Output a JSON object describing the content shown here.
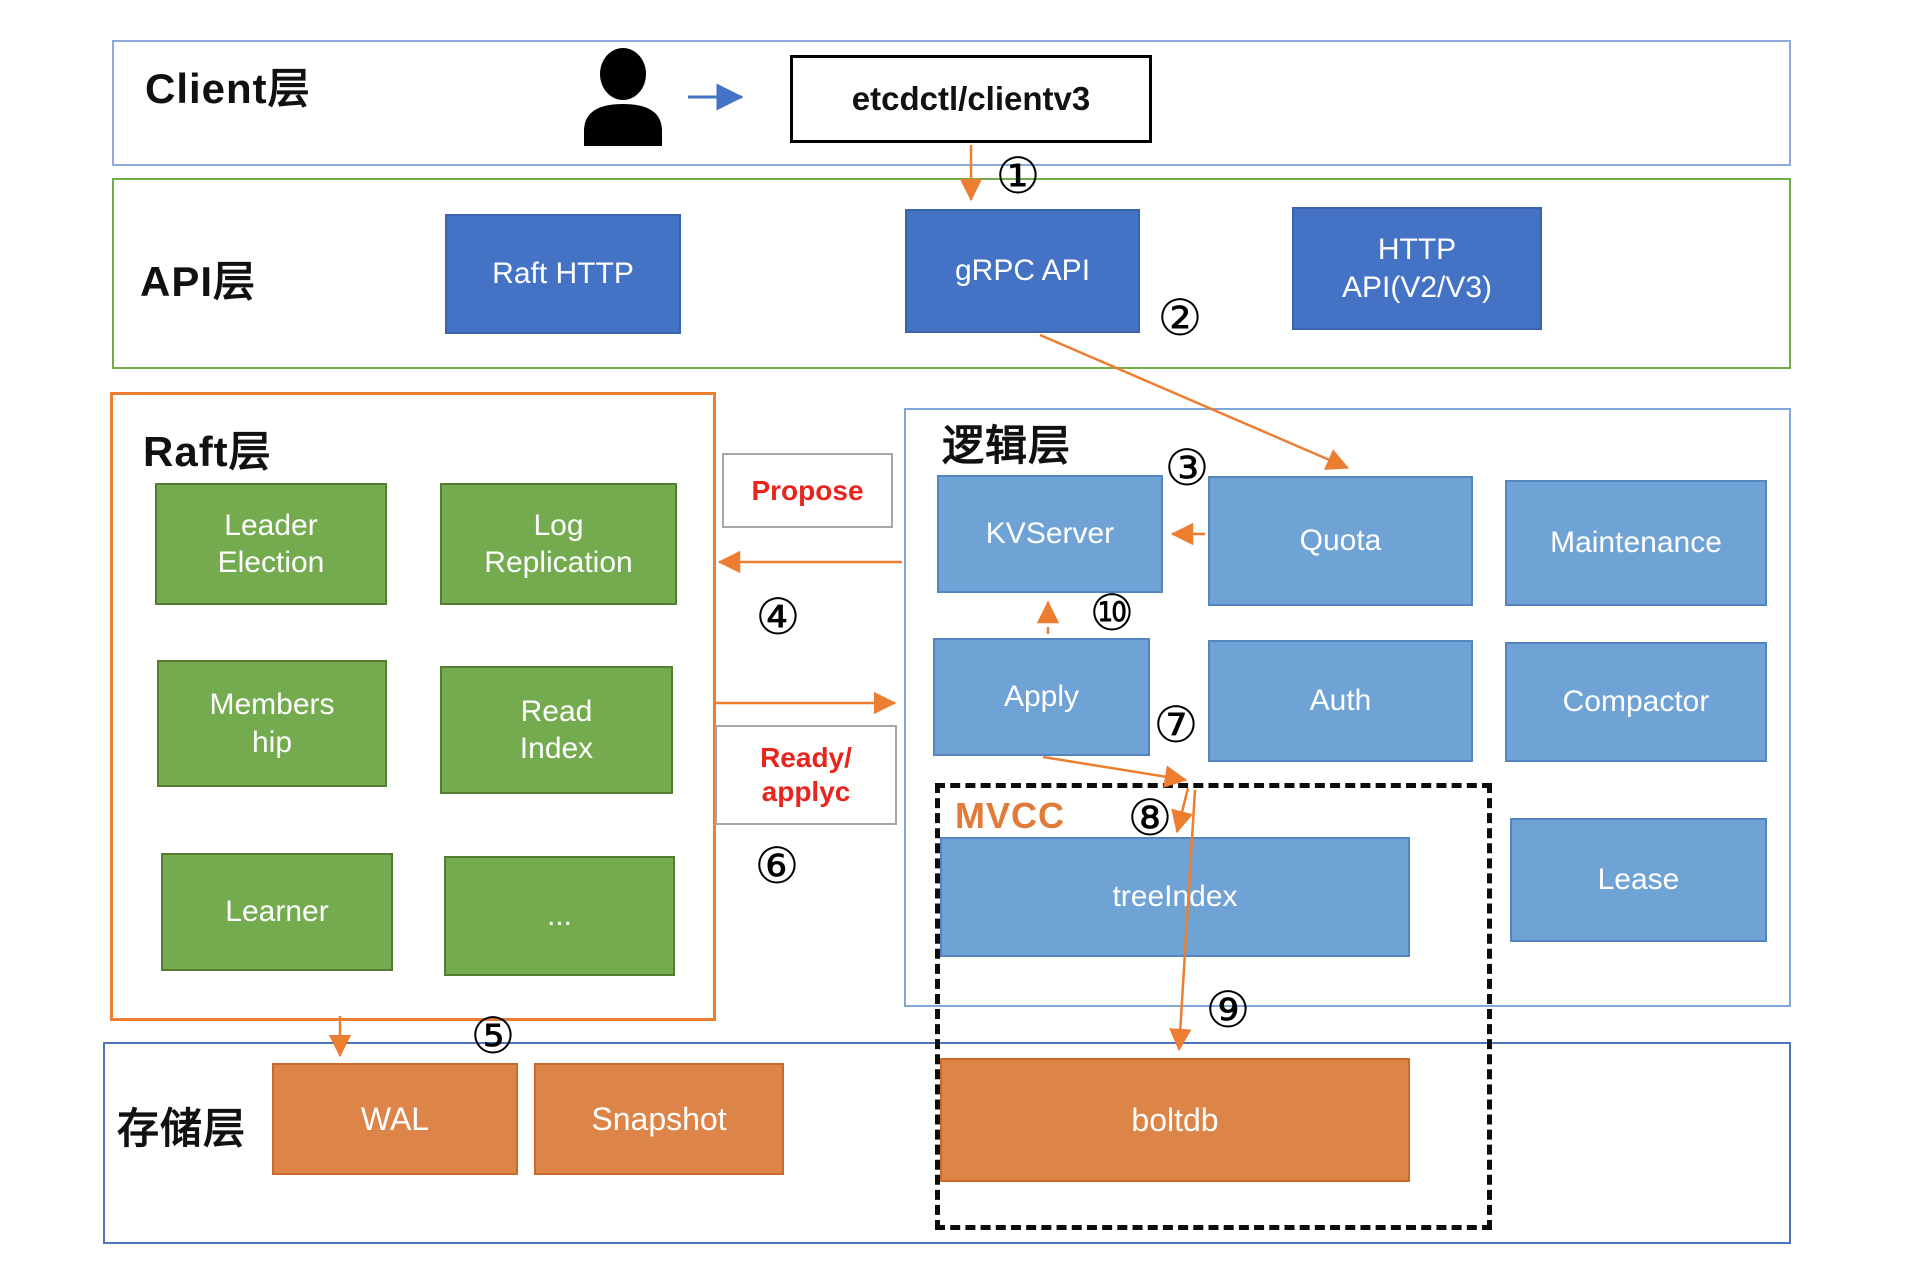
{
  "layers": {
    "client": {
      "label": "Client层"
    },
    "api": {
      "label": "API层"
    },
    "raft": {
      "label": "Raft层"
    },
    "logic": {
      "label": "逻辑层"
    },
    "storage": {
      "label": "存储层"
    }
  },
  "mvcc": {
    "label": "MVCC"
  },
  "client_node": {
    "label": "etcdctl/clientv3"
  },
  "nodes": {
    "raft_http": {
      "label": "Raft HTTP"
    },
    "grpc_api": {
      "label": "gRPC API"
    },
    "http_api": {
      "lines": [
        "HTTP",
        "API(V2/V3)"
      ]
    },
    "leader_election": {
      "lines": [
        "Leader",
        "Election"
      ]
    },
    "log_replication": {
      "lines": [
        "Log",
        "Replication"
      ]
    },
    "membership": {
      "lines": [
        "Members",
        "hip"
      ]
    },
    "read_index": {
      "lines": [
        "Read",
        "Index"
      ]
    },
    "learner": {
      "label": "Learner"
    },
    "more": {
      "label": "..."
    },
    "kvserver": {
      "label": "KVServer"
    },
    "quota": {
      "label": "Quota"
    },
    "maintenance": {
      "label": "Maintenance"
    },
    "apply": {
      "label": "Apply"
    },
    "auth": {
      "label": "Auth"
    },
    "compactor": {
      "label": "Compactor"
    },
    "lease": {
      "label": "Lease"
    },
    "tree_index": {
      "label": "treeIndex"
    },
    "wal": {
      "label": "WAL"
    },
    "snapshot": {
      "label": "Snapshot"
    },
    "boltdb": {
      "label": "boltdb"
    }
  },
  "edge_labels": {
    "propose": {
      "label": "Propose"
    },
    "ready_applyc": {
      "lines": [
        "Ready/",
        "applyc"
      ]
    }
  },
  "steps": [
    "①",
    "②",
    "③",
    "④",
    "⑤",
    "⑥",
    "⑦",
    "⑧",
    "⑨",
    "⑩"
  ],
  "colors": {
    "api_box_blue": "#4472C4",
    "logic_box_blue": "#6FA3D6",
    "raft_box_green": "#74AB4F",
    "storage_box_orange": "#DD8448",
    "arrow_orange": "#ED7D31",
    "client_arrow_blue": "#4472C4",
    "edge_label_red": "#E8251D",
    "mvcc_label_orange": "#E07B39",
    "raft_border_orange": "#ED7D31",
    "api_border_green": "#71AD47"
  }
}
